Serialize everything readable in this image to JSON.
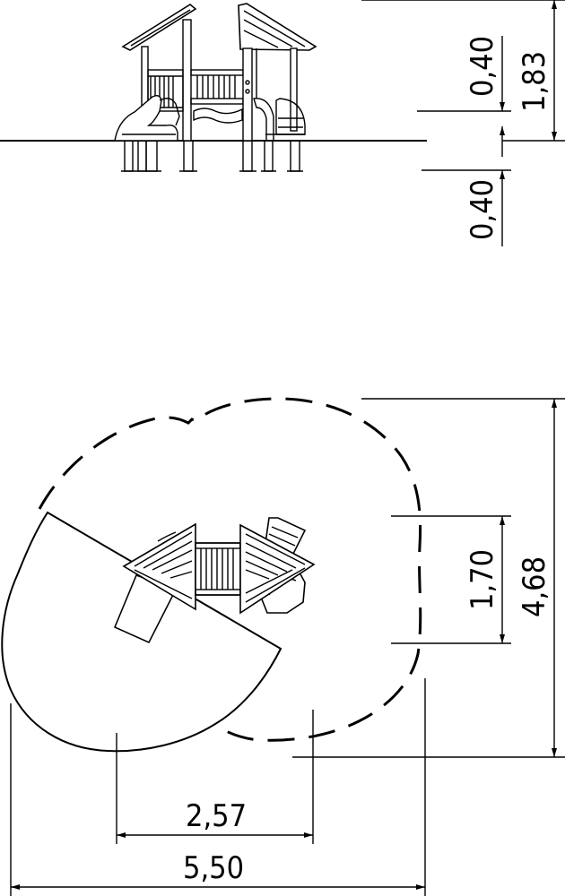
{
  "colors": {
    "line": "#000000",
    "background": "#ffffff"
  },
  "elevation": {
    "dims": {
      "platform_height": "0,40",
      "total_height": "1,83",
      "foundation_depth": "0,40"
    }
  },
  "plan": {
    "dims": {
      "depth_inner": "1,70",
      "depth_total": "4,68",
      "width_inner": "2,57",
      "width_total": "5,50"
    }
  }
}
